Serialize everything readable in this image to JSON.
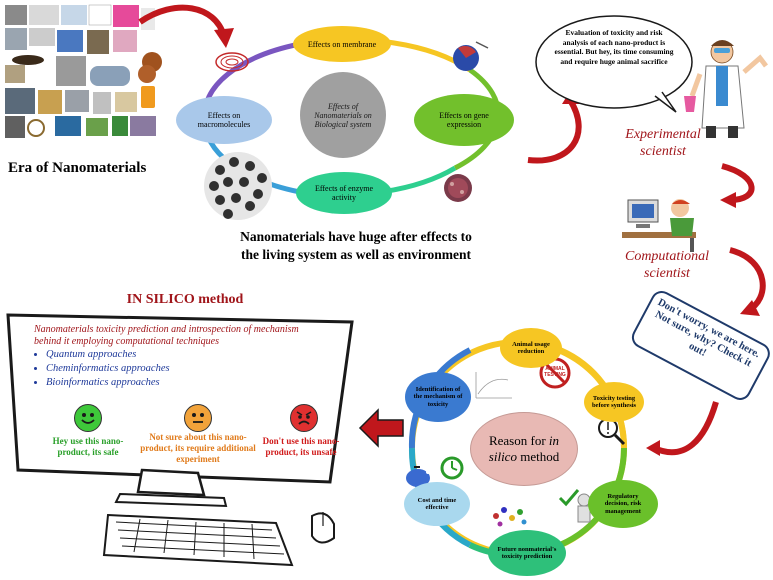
{
  "era": {
    "title": "Era of Nanomaterials"
  },
  "top_cycle": {
    "center": "Effects of Nanomaterials on Biological system",
    "nodes": {
      "membrane": "Effects on membrane",
      "gene": "Effects on gene expression",
      "enzyme": "Effects of enzyme activity",
      "macro": "Effects on macromolecules"
    },
    "caption_line1": "Nanomaterials have huge after effects to",
    "caption_line2": "the living system as well as environment"
  },
  "speech_bubble": "Evaluation of toxicity and risk analysis of each nano-product is essential. But hey, its time consuming and require huge animal sacrifice",
  "experimental": {
    "line1": "Experimental",
    "line2": "scientist"
  },
  "computational": {
    "line1": "Computational",
    "line2": "scientist"
  },
  "dont_worry": "Don't worry, we are here. Not sure, why? Check it out!",
  "bottom_cycle": {
    "center_pre": "Reason for ",
    "center_italic": "in silico",
    "center_post": " method",
    "nodes": {
      "animal": "Animal usage reduction",
      "toxicity_testing": "Toxicity testing before synthesis",
      "regulatory": "Regulatory decision, risk management",
      "future": "Future nonmaterial's toxicity prediction",
      "cost": "Cost and time effective",
      "mechanism": "Identification of the mechanism of toxicity"
    },
    "stamp_line1": "ANIMAL",
    "stamp_line2": "TESTING"
  },
  "in_silico": {
    "title": "IN SILICO method",
    "heading_line1": "Nanomaterials toxicity prediction  and introspection of mechanism",
    "heading_line2": "behind it employing computational techniques",
    "bullets": [
      "Quantum approaches",
      "Cheminformatics approaches",
      "Bioinformatics approaches"
    ],
    "green_label": "Hey use this nano-product, its safe",
    "orange_label": "Not sure about this nano-product, its require additional experiment",
    "red_label": "Don't use this nano-product, its unsafe"
  },
  "colors": {
    "membrane": "#f6c623",
    "gene": "#72c02c",
    "enzyme": "#2ecf8f",
    "macro": "#a9c8ea",
    "center_top": "#a0a0a0",
    "arrow_red": "#c0171c",
    "reason_fill": "#e8b9b4",
    "scientist_red": "#a0151a"
  }
}
